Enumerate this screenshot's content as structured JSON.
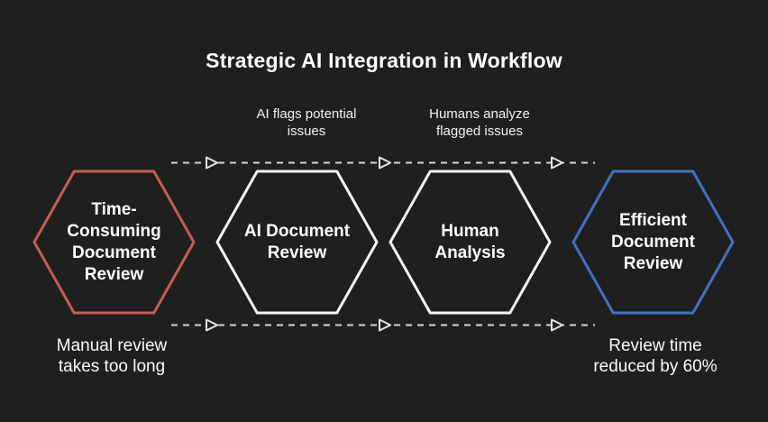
{
  "title": "Strategic AI Integration in Workflow",
  "colors": {
    "background": "#201f1f",
    "text": "#ffffff",
    "arrow_line": "#d6d6d6",
    "arrowhead_fill": "#201f1f",
    "arrowhead_stroke": "#e4e4e4",
    "red_accent": "#c75b55",
    "white_accent": "#f6f5f3",
    "blue_accent": "#3f72c4"
  },
  "stages": [
    {
      "id": "time-consuming-document-review",
      "label": "Time-\nConsuming\nDocument\nReview",
      "border_color": "#c75b55"
    },
    {
      "id": "ai-document-review",
      "label": "AI Document\nReview",
      "border_color": "#f6f5f3"
    },
    {
      "id": "human-analysis",
      "label": "Human\nAnalysis",
      "border_color": "#f6f5f3"
    },
    {
      "id": "efficient-document-review",
      "label": "Efficient\nDocument\nReview",
      "border_color": "#3f72c4"
    }
  ],
  "flow_annotations": [
    {
      "text": "AI flags potential\nissues"
    },
    {
      "text": "Humans analyze\nflagged issues"
    }
  ],
  "captions": [
    {
      "text": "Manual review\ntakes too long"
    },
    {
      "text": "Review time\nreduced by 60%"
    }
  ]
}
